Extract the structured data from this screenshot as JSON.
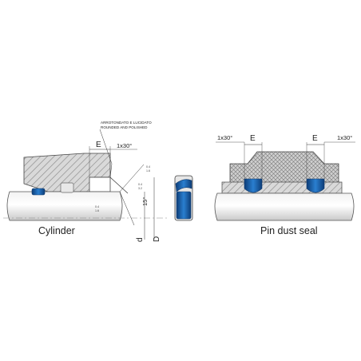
{
  "left_view": {
    "caption": "Cylinder",
    "note_line1": "ARROTONDATO E LUCIDATO",
    "note_line2": "ROUNDED AND POLISHED",
    "chamfer_label": "1x30°",
    "groove_width_label": "E",
    "angle_label": "15°",
    "rod_dia_label": "d",
    "bore_dia_label": "D",
    "roughness_a": "0.4",
    "roughness_b": "1.6",
    "roughness_c": "0.4",
    "roughness_d": "3.2",
    "roughness_e": "0.4",
    "roughness_f": "1.6"
  },
  "right_view": {
    "caption": "Pin dust seal",
    "chamfer_left_label": "1x30°",
    "chamfer_right_label": "1x30°",
    "groove_left_label": "E",
    "groove_right_label": "E"
  },
  "colors": {
    "seal_blue": "#2a7fd0",
    "seal_dark": "#123a6b",
    "hatch": "#8a8a8a",
    "metal_fill": "#d9d9d9"
  }
}
